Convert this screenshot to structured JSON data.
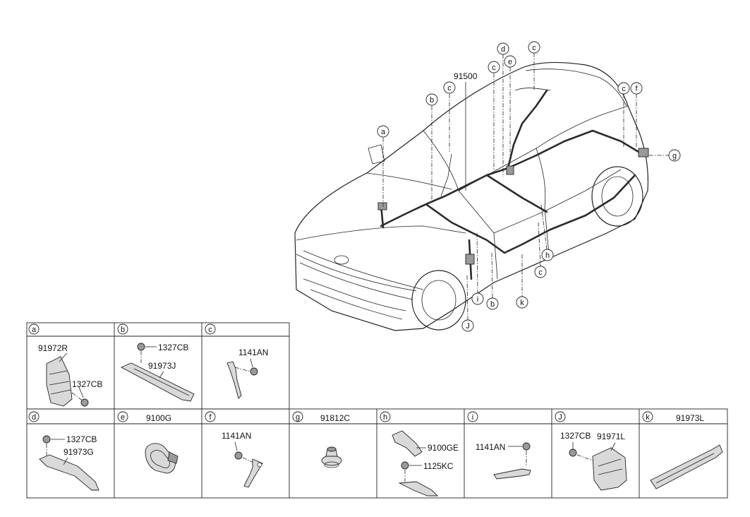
{
  "main_harness": {
    "part_no": "91500"
  },
  "car_callouts": [
    {
      "id": "callout-a",
      "letter": "a"
    },
    {
      "id": "callout-b-top",
      "letter": "b"
    },
    {
      "id": "callout-c-1",
      "letter": "c"
    },
    {
      "id": "callout-c-2",
      "letter": "c"
    },
    {
      "id": "callout-d",
      "letter": "d"
    },
    {
      "id": "callout-e",
      "letter": "e"
    },
    {
      "id": "callout-c-3",
      "letter": "c"
    },
    {
      "id": "callout-c-4",
      "letter": "c"
    },
    {
      "id": "callout-f",
      "letter": "f"
    },
    {
      "id": "callout-g",
      "letter": "g"
    },
    {
      "id": "callout-h",
      "letter": "h"
    },
    {
      "id": "callout-c-5",
      "letter": "c"
    },
    {
      "id": "callout-i",
      "letter": "i"
    },
    {
      "id": "callout-b-bottom",
      "letter": "b"
    },
    {
      "id": "callout-k",
      "letter": "k"
    },
    {
      "id": "callout-j",
      "letter": "J"
    }
  ],
  "detail_panels": {
    "a": {
      "letter": "a",
      "labels": [
        "91972R",
        "1327CB"
      ]
    },
    "b": {
      "letter": "b",
      "labels": [
        "1327CB",
        "91973J"
      ]
    },
    "c": {
      "letter": "c",
      "labels": [
        "1141AN"
      ]
    },
    "d": {
      "letter": "d",
      "labels": [
        "1327CB",
        "91973G"
      ]
    },
    "e": {
      "letter": "e",
      "header": "9100G"
    },
    "f": {
      "letter": "f",
      "labels": [
        "1141AN"
      ]
    },
    "g": {
      "letter": "g",
      "header": "91812C"
    },
    "h": {
      "letter": "h",
      "labels": [
        "9100GE",
        "1125KC"
      ]
    },
    "i": {
      "letter": "i",
      "labels": [
        "1141AN"
      ]
    },
    "j": {
      "letter": "J",
      "labels": [
        "1327CB",
        "91971L"
      ]
    },
    "k": {
      "letter": "k",
      "header": "91973L"
    }
  }
}
